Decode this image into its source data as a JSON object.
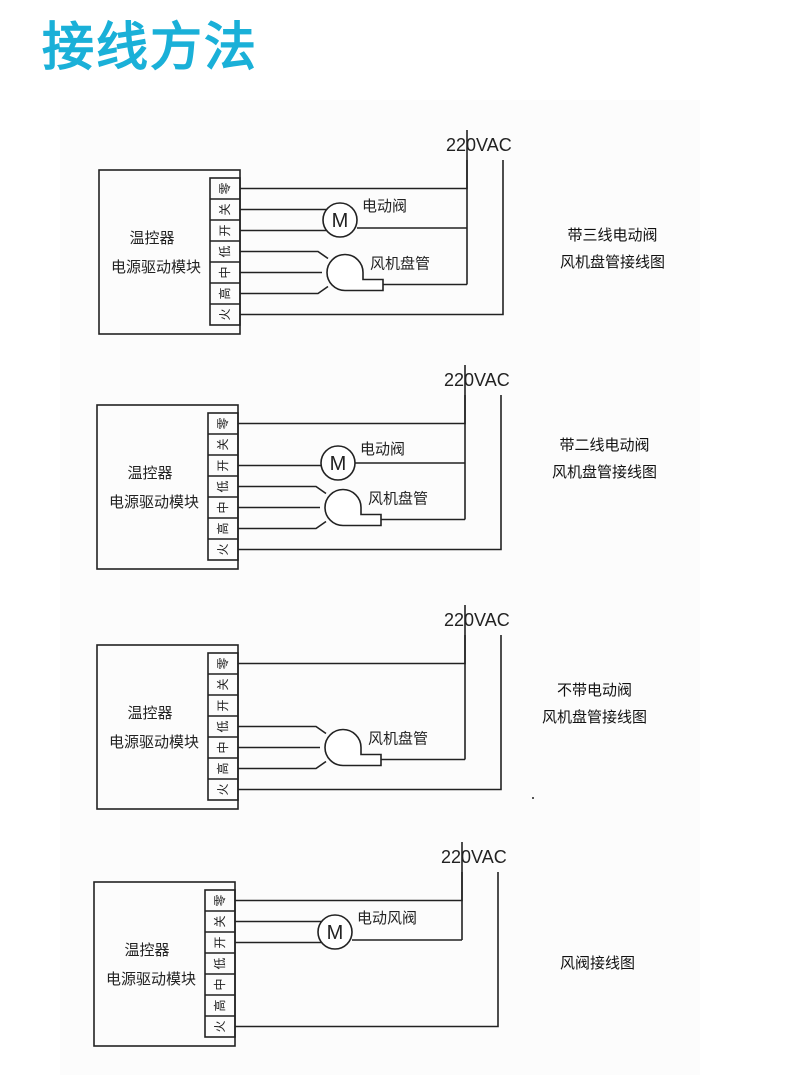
{
  "title": "接线方法",
  "colors": {
    "title": "#1ab0d8",
    "line": "#222222"
  },
  "common": {
    "supply_label": "220VAC",
    "module_label_line1": "温控器",
    "module_label_line2": "电源驱动模块",
    "terminals": [
      "零",
      "关",
      "开",
      "低",
      "中",
      "高",
      "火"
    ],
    "motor_symbol": "M"
  },
  "diagrams": [
    {
      "id": "three-wire-valve",
      "has_valve": true,
      "valve_wire": "both",
      "valve_label": "电动阀",
      "has_fan": true,
      "fan_label": "风机盘管",
      "caption": [
        "带三线电动阀",
        "风机盘管接线图"
      ]
    },
    {
      "id": "two-wire-valve",
      "has_valve": true,
      "valve_wire": "open",
      "valve_label": "电动阀",
      "has_fan": true,
      "fan_label": "风机盘管",
      "caption": [
        "带二线电动阀",
        "风机盘管接线图"
      ]
    },
    {
      "id": "no-valve",
      "has_valve": false,
      "has_fan": true,
      "fan_label": "风机盘管",
      "caption": [
        "不带电动阀",
        "风机盘管接线图"
      ]
    },
    {
      "id": "damper",
      "has_valve": true,
      "valve_wire": "both",
      "valve_label": "电动风阀",
      "has_fan": false,
      "caption": [
        "风阀接线图"
      ]
    }
  ]
}
